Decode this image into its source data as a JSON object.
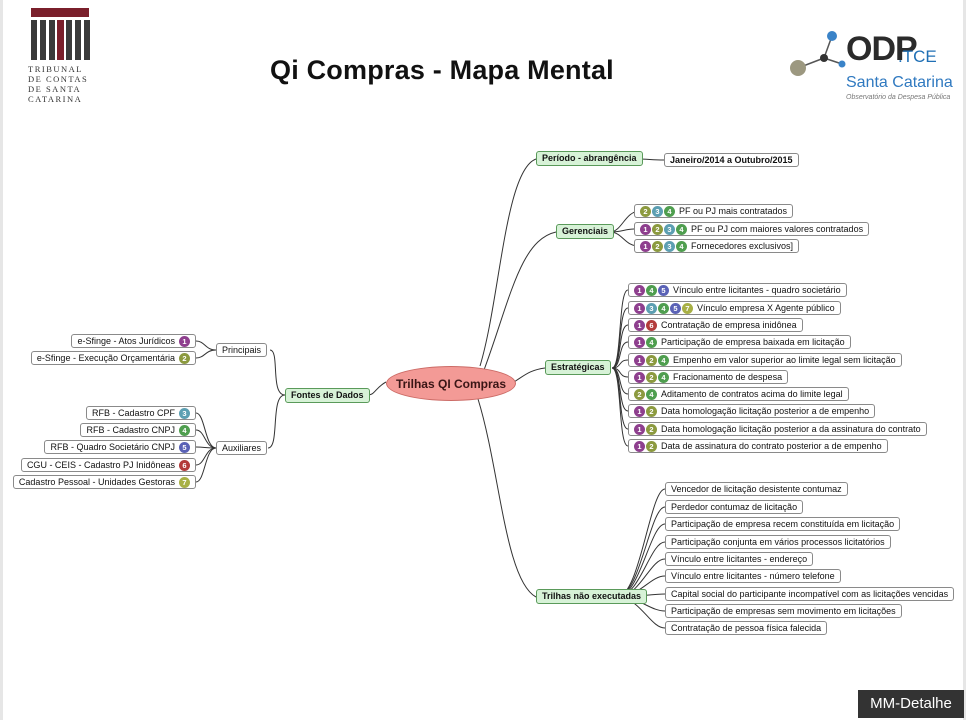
{
  "header": {
    "title": "Qi Compras - Mapa Mental",
    "tce_logo_text": [
      "TRIBUNAL",
      "DE CONTAS",
      "DE  SANTA",
      "CATARINA"
    ],
    "odp_logo": {
      "main": "ODP",
      "suffix": ".TCE",
      "region": "Santa Catarina",
      "tagline": "Observatório da Despesa Pública"
    }
  },
  "center": {
    "label": "Trilhas QI Compras"
  },
  "left": {
    "root": "Fontes de Dados",
    "groups": [
      {
        "label": "Principais",
        "items": [
          {
            "label": "e-Sfinge - Atos Jurídicos",
            "badge": "1"
          },
          {
            "label": "e-Sfinge - Execução Orçamentária",
            "badge": "2"
          }
        ]
      },
      {
        "label": "Auxiliares",
        "items": [
          {
            "label": "RFB - Cadastro CPF",
            "badge": "3"
          },
          {
            "label": "RFB - Cadastro CNPJ",
            "badge": "4"
          },
          {
            "label": "RFB - Quadro Societário CNPJ",
            "badge": "5"
          },
          {
            "label": "CGU - CEIS - Cadastro PJ Inidôneas",
            "badge": "6"
          },
          {
            "label": "Cadastro Pessoal - Unidades Gestoras",
            "badge": "7"
          }
        ]
      }
    ]
  },
  "right": [
    {
      "label": "Período - abrangência",
      "items": [
        {
          "label": "Janeiro/2014 a Outubro/2015",
          "badges": []
        }
      ]
    },
    {
      "label": "Gerenciais",
      "items": [
        {
          "label": "PF ou PJ mais contratados",
          "badges": [
            "2",
            "3",
            "4"
          ]
        },
        {
          "label": "PF ou PJ com maiores valores contratados",
          "badges": [
            "1",
            "2",
            "3",
            "4"
          ]
        },
        {
          "label": "Fornecedores exclusivos]",
          "badges": [
            "1",
            "2",
            "3",
            "4"
          ]
        }
      ]
    },
    {
      "label": "Estratégicas",
      "items": [
        {
          "label": "Vínculo entre licitantes - quadro societário",
          "badges": [
            "1",
            "4",
            "5"
          ]
        },
        {
          "label": "Vínculo empresa X Agente público",
          "badges": [
            "1",
            "3",
            "4",
            "5",
            "7"
          ]
        },
        {
          "label": "Contratação de empresa inidônea",
          "badges": [
            "1",
            "6"
          ]
        },
        {
          "label": "Participação de empresa baixada em licitação",
          "badges": [
            "1",
            "4"
          ]
        },
        {
          "label": "Empenho em valor superior ao limite legal sem licitação",
          "badges": [
            "1",
            "2",
            "4"
          ]
        },
        {
          "label": "Fracionamento de despesa",
          "badges": [
            "1",
            "2",
            "4"
          ]
        },
        {
          "label": "Aditamento de contratos acima do limite legal",
          "badges": [
            "2",
            "4"
          ]
        },
        {
          "label": "Data homologação licitação posterior a de empenho",
          "badges": [
            "1",
            "2"
          ]
        },
        {
          "label": "Data homologação licitação posterior a da assinatura do contrato",
          "badges": [
            "1",
            "2"
          ]
        },
        {
          "label": "Data de assinatura do contrato posterior a de empenho",
          "badges": [
            "1",
            "2"
          ]
        }
      ]
    },
    {
      "label": "Trilhas não executadas",
      "items": [
        {
          "label": "Vencedor de licitação desistente contumaz",
          "badges": []
        },
        {
          "label": "Perdedor contumaz de licitação",
          "badges": []
        },
        {
          "label": "Participação de empresa recem constituída em licitação",
          "badges": []
        },
        {
          "label": "Participação conjunta em vários processos licitatórios",
          "badges": []
        },
        {
          "label": "Vínculo entre licitantes - endereço",
          "badges": []
        },
        {
          "label": "Vínculo entre licitantes - número telefone",
          "badges": []
        },
        {
          "label": "Capital social do participante incompatível com as licitações vencidas",
          "badges": []
        },
        {
          "label": "Participação de empresas sem movimento em licitações",
          "badges": []
        },
        {
          "label": "Contratação de pessoa física falecida",
          "badges": []
        }
      ]
    }
  ],
  "footer": {
    "badge_label": "MM-Detalhe"
  },
  "colors": {
    "category_fill": "#d7f2d7",
    "center_fill": "#f39a96",
    "badge": {
      "1": "#8e3f8e",
      "2": "#8c9a3f",
      "3": "#5c9fb2",
      "4": "#4f9e4f",
      "5": "#5a62b6",
      "6": "#b33b3b",
      "7": "#a8b045"
    }
  }
}
